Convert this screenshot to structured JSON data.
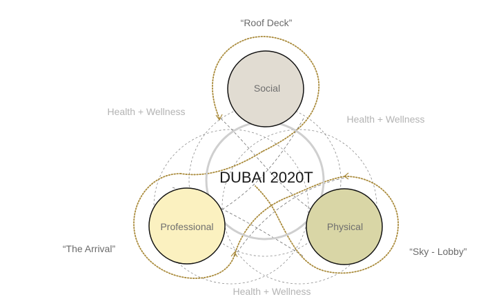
{
  "center": {
    "title": "DUBAI 2020T"
  },
  "nodes": {
    "social": {
      "label": "Social",
      "fill": "#e1dcd2"
    },
    "professional": {
      "label": "Professional",
      "fill": "#fbf1c0"
    },
    "physical": {
      "label": "Physical",
      "fill": "#d9d6a6"
    }
  },
  "connectors": {
    "left": "Health + Wellness",
    "right": "Health + Wellness",
    "bottom": "Health + Wellness"
  },
  "spaces": {
    "top": "“Roof Deck”",
    "left": "“The Arrival”",
    "right": "“Sky - Lobby”"
  },
  "colors": {
    "dotted_path": "#a98a3a",
    "dashed_lines": "#777777",
    "main_circle": "#cfcfcf",
    "node_stroke": "#111111",
    "label_grey": "#b3b3b3",
    "node_text": "#6e6e6e",
    "quote_text": "#6a6a6a"
  }
}
